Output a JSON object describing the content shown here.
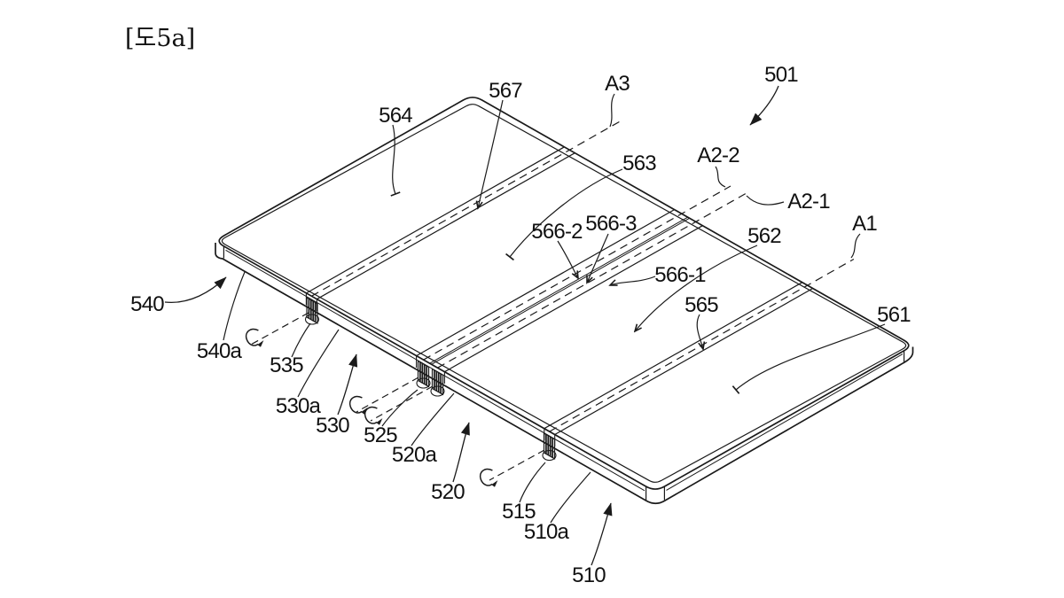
{
  "figure_label": "[도5a]",
  "reference_labels": {
    "l501": "501",
    "l510": "510",
    "l510a": "510a",
    "l515": "515",
    "l520": "520",
    "l520a": "520a",
    "l525": "525",
    "l530": "530",
    "l530a": "530a",
    "l535": "535",
    "l540": "540",
    "l540a": "540a",
    "l561": "561",
    "l562": "562",
    "l563": "563",
    "l564": "564",
    "l565": "565",
    "l566_1": "566-1",
    "l566_2": "566-2",
    "l566_3": "566-3",
    "l567": "567",
    "a1": "A1",
    "a2_1": "A2-1",
    "a2_2": "A2-2",
    "a3": "A3"
  },
  "colors": {
    "line": "#1a1a1a",
    "background": "#ffffff"
  }
}
